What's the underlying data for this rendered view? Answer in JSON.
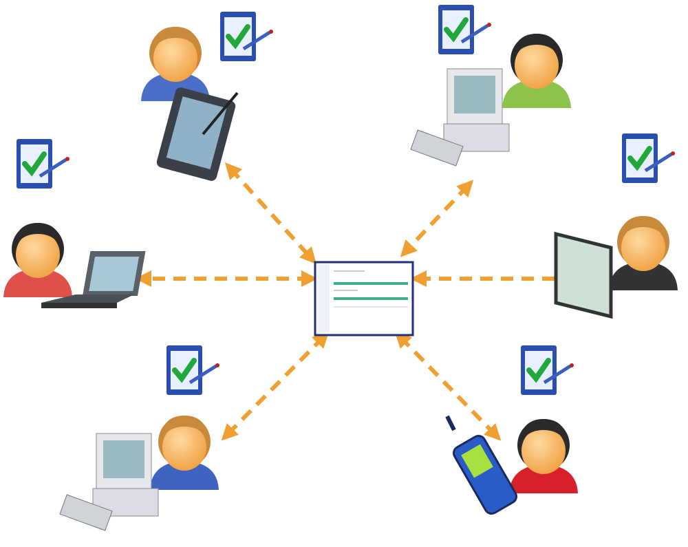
{
  "diagram": {
    "center": {
      "icon": "web-form-icon",
      "frame_color": "#1f2f7a",
      "field_color": "#3fae8a"
    },
    "arrow_color": "#f0a030",
    "checklist_color": "#2a4fb0",
    "check_color": "#22a83a",
    "nodes": [
      {
        "id": "tablet-user",
        "device": "tablet-icon",
        "hair": "#c88a3a",
        "shirt": "#4a6fc8"
      },
      {
        "id": "desktop-user-top",
        "device": "desktop-computer-icon",
        "hair": "#2a2a2a",
        "shirt": "#8cc34a"
      },
      {
        "id": "laptop-user",
        "device": "laptop-icon",
        "hair": "#2a2a2a",
        "shirt": "#e0504a"
      },
      {
        "id": "monitor-user",
        "device": "monitor-icon",
        "hair": "#c88a3a",
        "shirt": "#333333"
      },
      {
        "id": "desktop-user-bottom",
        "device": "desktop-computer-icon",
        "hair": "#c88a3a",
        "shirt": "#3f63c0"
      },
      {
        "id": "phone-user",
        "device": "mobile-phone-icon",
        "hair": "#2a2a2a",
        "shirt": "#d8202a"
      }
    ]
  }
}
